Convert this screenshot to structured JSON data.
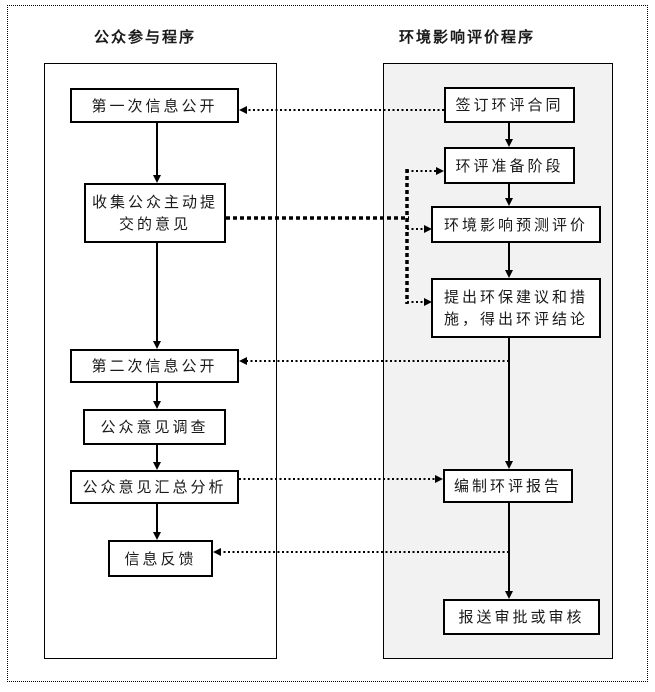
{
  "diagram": {
    "title_left_column": "公众参与程序",
    "title_right_column": "环境影响评价程序",
    "left_column": {
      "header": "公众参与程序",
      "nodes": [
        {
          "id": "first-information-disclosure",
          "lines": [
            "第一次信息公开"
          ]
        },
        {
          "id": "collect-public-opinions",
          "lines": [
            "收集公众主动提",
            "交的意见"
          ]
        },
        {
          "id": "second-information-disclosure",
          "lines": [
            "第二次信息公开"
          ]
        },
        {
          "id": "public-opinion-survey",
          "lines": [
            "公众意见调查"
          ]
        },
        {
          "id": "public-opinion-analysis",
          "lines": [
            "公众意见汇总分析"
          ]
        },
        {
          "id": "information-feedback",
          "lines": [
            "信息反馈"
          ]
        }
      ]
    },
    "right_column": {
      "header": "环境影响评价程序",
      "nodes": [
        {
          "id": "sign-eia-contract",
          "lines": [
            "签订环评合同"
          ]
        },
        {
          "id": "eia-preparation",
          "lines": [
            "环评准备阶段"
          ]
        },
        {
          "id": "impact-prediction-assessment",
          "lines": [
            "环境影响预测评价"
          ]
        },
        {
          "id": "propose-measures-conclusions",
          "lines": [
            "提出环保建议和措",
            "施，得出环评结论"
          ]
        },
        {
          "id": "compile-eia-report",
          "lines": [
            "编制环评报告"
          ]
        },
        {
          "id": "submit-for-approval",
          "lines": [
            "报送审批或审核"
          ]
        }
      ]
    },
    "connections": [
      {
        "from": "first-information-disclosure",
        "to": "collect-public-opinions",
        "style": "solid-arrow"
      },
      {
        "from": "collect-public-opinions",
        "to": "second-information-disclosure",
        "style": "solid-arrow"
      },
      {
        "from": "second-information-disclosure",
        "to": "public-opinion-survey",
        "style": "solid-arrow"
      },
      {
        "from": "public-opinion-survey",
        "to": "public-opinion-analysis",
        "style": "solid-arrow"
      },
      {
        "from": "public-opinion-analysis",
        "to": "information-feedback",
        "style": "solid-arrow"
      },
      {
        "from": "sign-eia-contract",
        "to": "eia-preparation",
        "style": "solid-arrow"
      },
      {
        "from": "eia-preparation",
        "to": "impact-prediction-assessment",
        "style": "solid-arrow"
      },
      {
        "from": "impact-prediction-assessment",
        "to": "propose-measures-conclusions",
        "style": "solid-arrow"
      },
      {
        "from": "propose-measures-conclusions",
        "to": "compile-eia-report",
        "style": "solid-arrow"
      },
      {
        "from": "compile-eia-report",
        "to": "submit-for-approval",
        "style": "solid-arrow"
      },
      {
        "from": "sign-eia-contract",
        "to": "first-information-disclosure",
        "style": "dotted-arrow"
      },
      {
        "from": "collect-public-opinions",
        "to": "eia-preparation",
        "style": "thick-dashed-arrow"
      },
      {
        "from": "collect-public-opinions",
        "to": "impact-prediction-assessment",
        "style": "thick-dashed-arrow"
      },
      {
        "from": "collect-public-opinions",
        "to": "propose-measures-conclusions",
        "style": "thick-dashed-arrow"
      },
      {
        "from": "eia-flow-between-conclusions-and-report",
        "to": "second-information-disclosure",
        "style": "dotted-arrow"
      },
      {
        "from": "public-opinion-analysis",
        "to": "compile-eia-report",
        "style": "dotted-arrow"
      },
      {
        "from": "eia-flow-between-report-and-approval",
        "to": "information-feedback",
        "style": "dotted-arrow"
      }
    ],
    "colors": {
      "node_border": "#000000",
      "node_fill": "#ffffff",
      "left_container_fill": "#ffffff",
      "right_container_fill": "#f2f2f2",
      "text": "#1a1a1a",
      "line": "#000000"
    }
  }
}
